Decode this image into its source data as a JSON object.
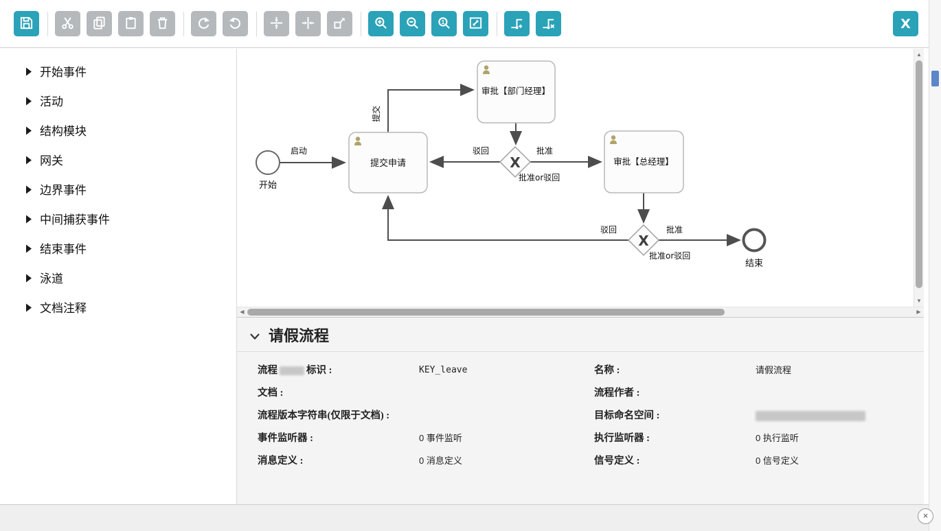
{
  "colors": {
    "accent": "#2aa2b8",
    "disabled": "#b5b9bc",
    "edge": "#4d4d4d",
    "person_icon": "#b0a268"
  },
  "toolbar": {
    "buttons": [
      {
        "name": "save",
        "enabled": true
      },
      {
        "name": "cut",
        "enabled": false
      },
      {
        "name": "copy",
        "enabled": false
      },
      {
        "name": "paste",
        "enabled": false
      },
      {
        "name": "delete",
        "enabled": false
      },
      {
        "name": "redo",
        "enabled": false
      },
      {
        "name": "undo",
        "enabled": false
      },
      {
        "name": "align-vertical",
        "enabled": false
      },
      {
        "name": "align-horizontal",
        "enabled": false
      },
      {
        "name": "same-size",
        "enabled": false
      },
      {
        "name": "zoom-in",
        "enabled": true
      },
      {
        "name": "zoom-out",
        "enabled": true
      },
      {
        "name": "zoom-actual",
        "enabled": true
      },
      {
        "name": "zoom-fit",
        "enabled": true
      },
      {
        "name": "bendpoint-add",
        "enabled": true
      },
      {
        "name": "bendpoint-remove",
        "enabled": true
      }
    ],
    "xml_button_label": "X",
    "zoom_actual_glyph": "1"
  },
  "sidebar": {
    "items": [
      {
        "label": "开始事件"
      },
      {
        "label": "活动"
      },
      {
        "label": "结构模块"
      },
      {
        "label": "网关"
      },
      {
        "label": "边界事件"
      },
      {
        "label": "中间捕获事件"
      },
      {
        "label": "结束事件"
      },
      {
        "label": "泳道"
      },
      {
        "label": "文档注释"
      }
    ]
  },
  "diagram": {
    "start_label": "开始",
    "end_label": "结束",
    "tasks": {
      "submit": "提交申请",
      "dept_manager": "审批【部门经理】",
      "general_manager": "审批【总经理】"
    },
    "gateways": {
      "g1_marker": "X",
      "g1_label": "批准or驳回",
      "g2_marker": "X",
      "g2_label": "批准or驳回"
    },
    "edges": {
      "launch": "启动",
      "submit_up": "提交",
      "reject1": "驳回",
      "approve1": "批准",
      "reject2": "驳回",
      "approve2": "批准"
    }
  },
  "properties": {
    "title": "请假流程",
    "left": [
      {
        "label_prefix": "流程",
        "label_suffix": "标识 :",
        "value": "KEY_leave",
        "label_redacted": true
      },
      {
        "label": "文档 :",
        "value": ""
      },
      {
        "label": "流程版本字符串(仅限于文档) :",
        "value": ""
      },
      {
        "label": "事件监听器 :",
        "value": "0 事件监听"
      },
      {
        "label": "消息定义 :",
        "value": "0 消息定义"
      }
    ],
    "right": [
      {
        "label": "名称 :",
        "value": "请假流程"
      },
      {
        "label": "流程作者 :",
        "value": ""
      },
      {
        "label": "目标命名空间 :",
        "value": "",
        "value_redacted": true
      },
      {
        "label": "执行监听器 :",
        "value": "0 执行监听"
      },
      {
        "label": "信号定义 :",
        "value": "0 信号定义"
      }
    ]
  },
  "scroll_icons": {
    "up": "▲",
    "down": "▼",
    "left": "◀",
    "right": "▶"
  },
  "window": {
    "close_glyph": "×"
  }
}
